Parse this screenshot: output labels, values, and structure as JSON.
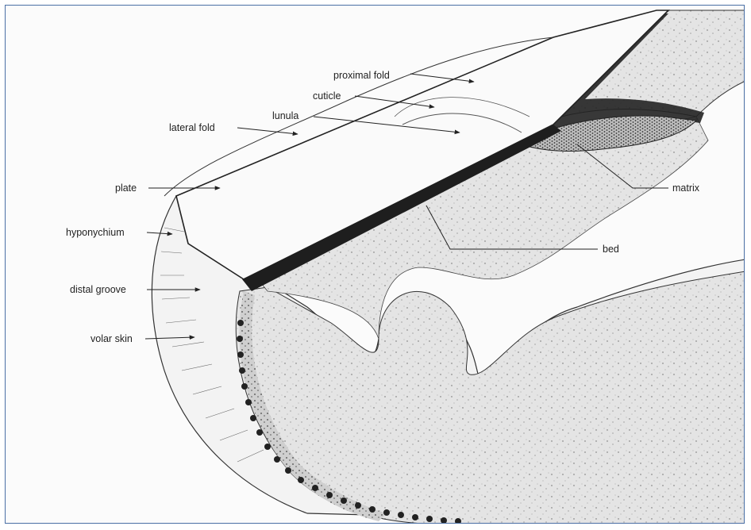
{
  "figure": {
    "labels": {
      "proximal_fold": "proximal fold",
      "cuticle": "cuticle",
      "lunula": "lunula",
      "lateral_fold": "lateral fold",
      "plate": "plate",
      "hyponychium": "hyponychium",
      "distal_groove": "distal groove",
      "volar_skin": "volar skin",
      "matrix": "matrix",
      "bed": "bed"
    },
    "colors": {
      "frame_border": "#4a6fa5",
      "ink": "#222222",
      "tissue": "#dcdcdc",
      "dark_layer": "#2b2b2b"
    }
  }
}
